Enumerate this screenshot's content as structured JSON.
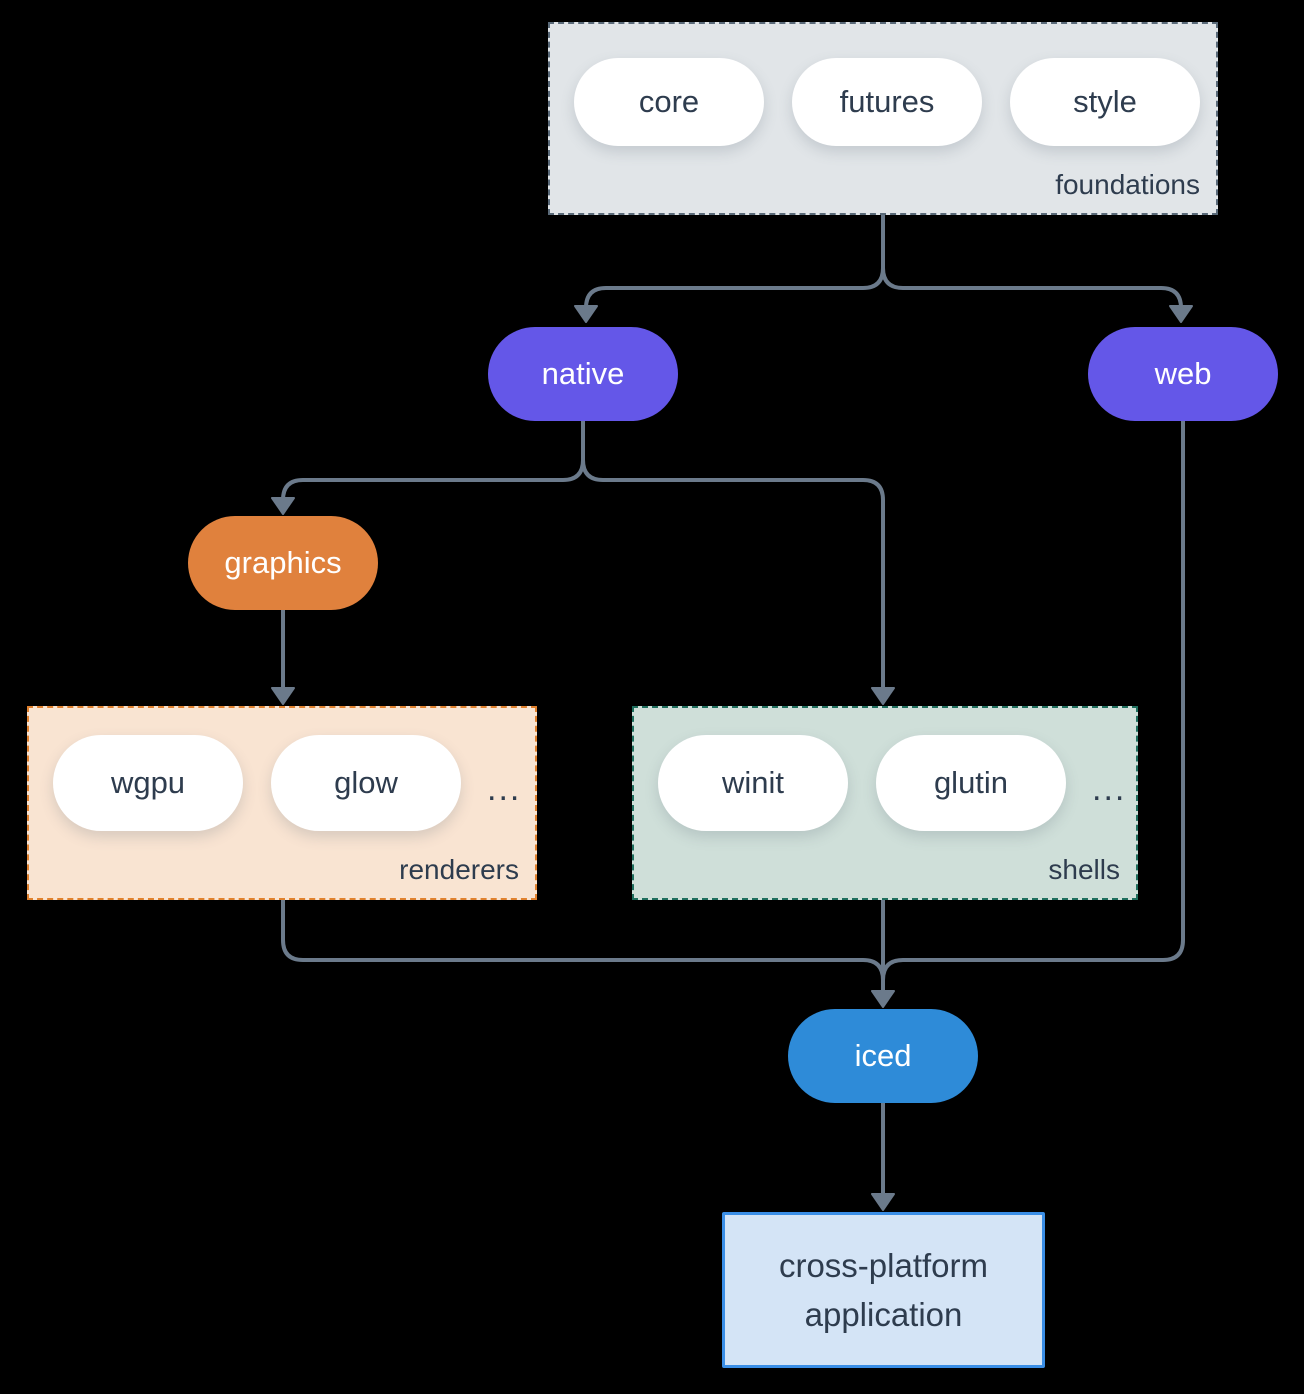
{
  "diagram": {
    "kind": "dependency-graph",
    "colors": {
      "background": "#000000",
      "connector": "#6b7a8b",
      "dark_text": "#2e3c4e",
      "pill_white": "#ffffff",
      "purple": "#6457e8",
      "orange": "#e0813d",
      "blue": "#2e8bd8",
      "foundations_bg": "#e1e5e8",
      "foundations_border": "#5a6a79",
      "renderers_bg": "#f9e4d2",
      "renderers_border": "#e0812e",
      "shells_bg": "#cfdfd9",
      "shells_border": "#1f6f5e",
      "app_bg": "#d4e4f6",
      "app_border": "#3a8ee6"
    },
    "foundations": {
      "label": "foundations",
      "pills": [
        "core",
        "futures",
        "style"
      ]
    },
    "native": {
      "label": "native"
    },
    "web": {
      "label": "web"
    },
    "graphics": {
      "label": "graphics"
    },
    "renderers": {
      "label": "renderers",
      "pills": [
        "wgpu",
        "glow"
      ],
      "ellipsis": "..."
    },
    "shells": {
      "label": "shells",
      "pills": [
        "winit",
        "glutin"
      ],
      "ellipsis": "..."
    },
    "iced": {
      "label": "iced"
    },
    "application": {
      "line1": "cross-platform",
      "line2": "application"
    }
  }
}
